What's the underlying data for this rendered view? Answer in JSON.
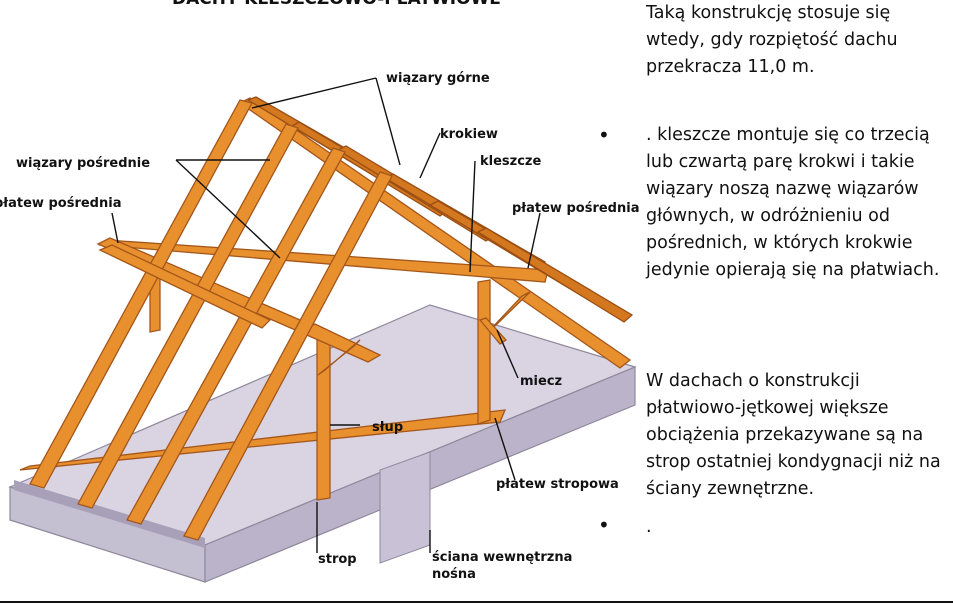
{
  "title": "DACHY KLESZCZOWO-PŁATWIOWE",
  "labels": {
    "wiazary_gorne": "wiązary górne",
    "krokiew": "krokiew",
    "wiazary_posrednie": "wiązary pośrednie",
    "kleszcze": "kleszcze",
    "platew_posrednia_left": "płatew pośrednia",
    "platew_posrednia_right": "płatew pośrednia",
    "miecz": "miecz",
    "slup": "słup",
    "platew_stropowa": "płatew stropowa",
    "strop": "strop",
    "sciana_line1": "ściana wewnętrzna",
    "sciana_line2": "nośna"
  },
  "text": {
    "para1": "Taką konstrukcję stosuje się wtedy, gdy rozpiętość dachu przekracza 11,0 m.",
    "bullet_symbol": "•",
    "para2": ". kleszcze montuje się co trzecią lub czwartą parę krokwi i takie wiązary noszą nazwę wiązarów głównych, w odróżnieniu od pośrednich, w których krokwie jedynie opierają się na płatwiach.",
    "para3": "W dachach o konstrukcji płatwiowo-jętkowej większe obciążenia przekazywane są na strop ostatniej kondygnacji niż na ściany zewnętrzne.",
    "para4": "."
  },
  "colors": {
    "timber": "#e8902e",
    "slab_top": "#d8d2e0",
    "slab_side": "#c4bdd0"
  }
}
